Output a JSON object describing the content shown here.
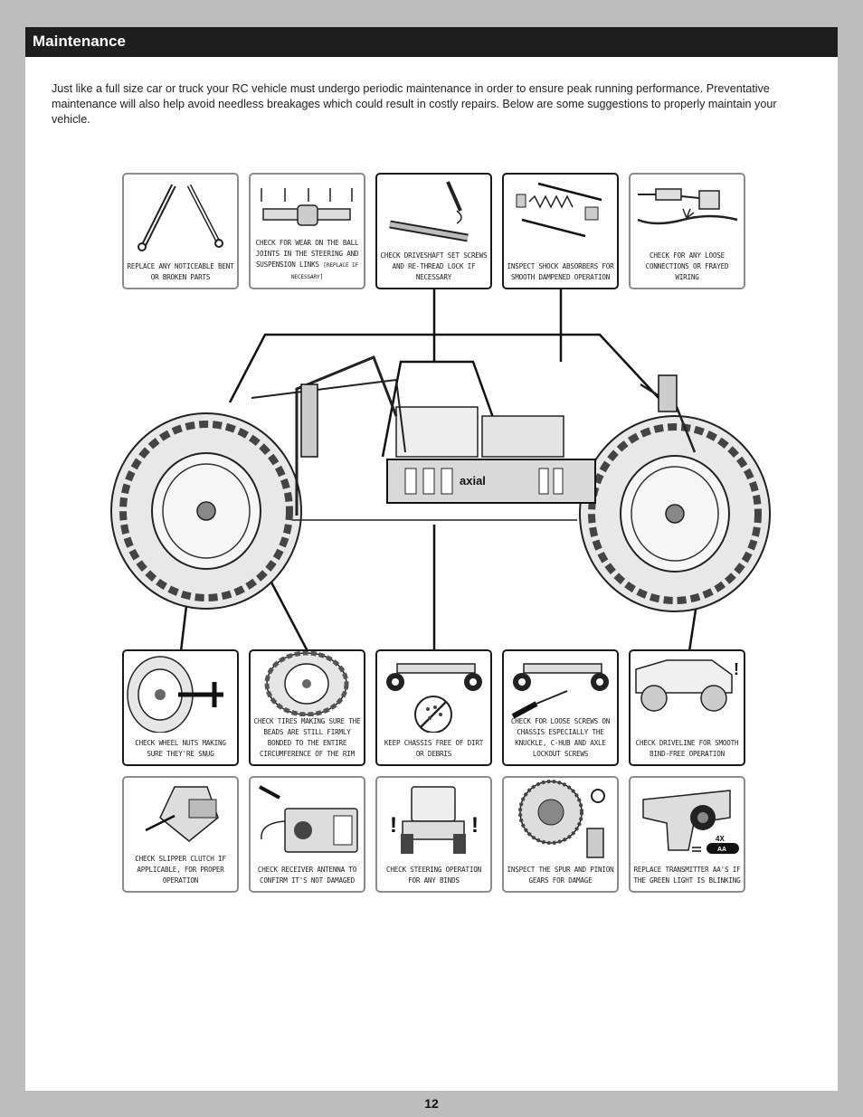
{
  "header": {
    "title": "Maintenance"
  },
  "intro": "Just like a full size car or truck your RC vehicle must undergo periodic maintenance in order to ensure peak running performance. Preventative maintenance will also help avoid needless breakages which could result in costly repairs. Below are some suggestions to properly maintain your vehicle.",
  "cards": {
    "bent_parts": "REPLACE ANY NOTICEABLE BENT OR BROKEN PARTS",
    "ball_joints": "CHECK FOR WEAR ON THE BALL JOINTS IN THE STEERING AND SUSPENSION LINKS",
    "ball_joints_note": "[REPLACE IF NECESSARY]",
    "driveshaft": "CHECK DRIVESHAFT SET SCREWS AND RE-THREAD LOCK IF NECESSARY",
    "shocks": "INSPECT SHOCK ABSORBERS FOR SMOOTH DAMPENED OPERATION",
    "wiring": "CHECK FOR ANY LOOSE CONNECTIONS OR FRAYED WIRING",
    "wheel_nuts": "CHECK WHEEL NUTS MAKING SURE THEY'RE SNUG",
    "tires": "CHECK TIRES MAKING SURE THE BEADS ARE STILL FIRMLY BONDED TO THE ENTIRE CIRCUMFERENCE OF THE RIM",
    "chassis_clean": "KEEP CHASSIS FREE OF DIRT OR DEBRIS",
    "chassis_screws": "CHECK FOR LOOSE SCREWS ON CHASSIS ESPECIALLY THE KNUCKLE, C-HUB AND AXLE LOCKOUT SCREWS",
    "driveline": "CHECK DRIVELINE FOR SMOOTH BIND-FREE OPERATION",
    "slipper": "CHECK SLIPPER CLUTCH IF APPLICABLE, FOR PROPER OPERATION",
    "antenna": "CHECK RECEIVER ANTENNA TO CONFIRM IT'S NOT DAMAGED",
    "steering": "CHECK STEERING OPERATION FOR ANY BINDS",
    "gears": "INSPECT THE SPUR AND PINION GEARS FOR DAMAGE",
    "transmitter": "REPLACE TRANSMITTER AA'S IF THE GREEN LIGHT IS BLINKING"
  },
  "art_labels": {
    "battery_count": "4X",
    "battery_type": "AA",
    "chassis_brand": "axial"
  },
  "page_number": "12"
}
